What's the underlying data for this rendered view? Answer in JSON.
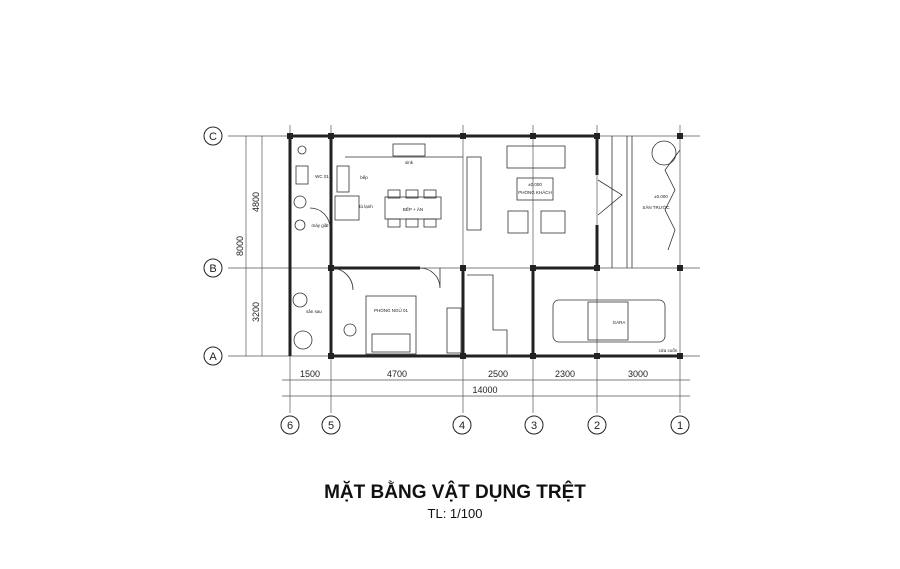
{
  "title": "MẶT BẰNG VẬT DỤNG TRỆT",
  "scale": "TL: 1/100",
  "grid_rows": [
    "C",
    "B",
    "A"
  ],
  "grid_cols": [
    "6",
    "5",
    "4",
    "3",
    "2",
    "1"
  ],
  "dims_left": {
    "upper": "4800",
    "lower": "3200",
    "total": "8000"
  },
  "dims_bottom": [
    "1500",
    "4700",
    "2500",
    "2300",
    "3000"
  ],
  "dim_total": "14000",
  "rooms": {
    "wc": "WC 01",
    "stove": "bếp",
    "sink": "sink",
    "fridge": "tủ lạnh",
    "kitchen": "BẾP + ĂN",
    "washer": "máy giặt",
    "living": "PHÒNG KHÁCH",
    "front_yard": "SÂN TRƯỚC",
    "back_yard": "sân sau",
    "bedroom": "PHÒNG NGỦ 01",
    "garage": "GARA",
    "rolling_door": "cửa cuốn"
  },
  "level": "±0.000"
}
